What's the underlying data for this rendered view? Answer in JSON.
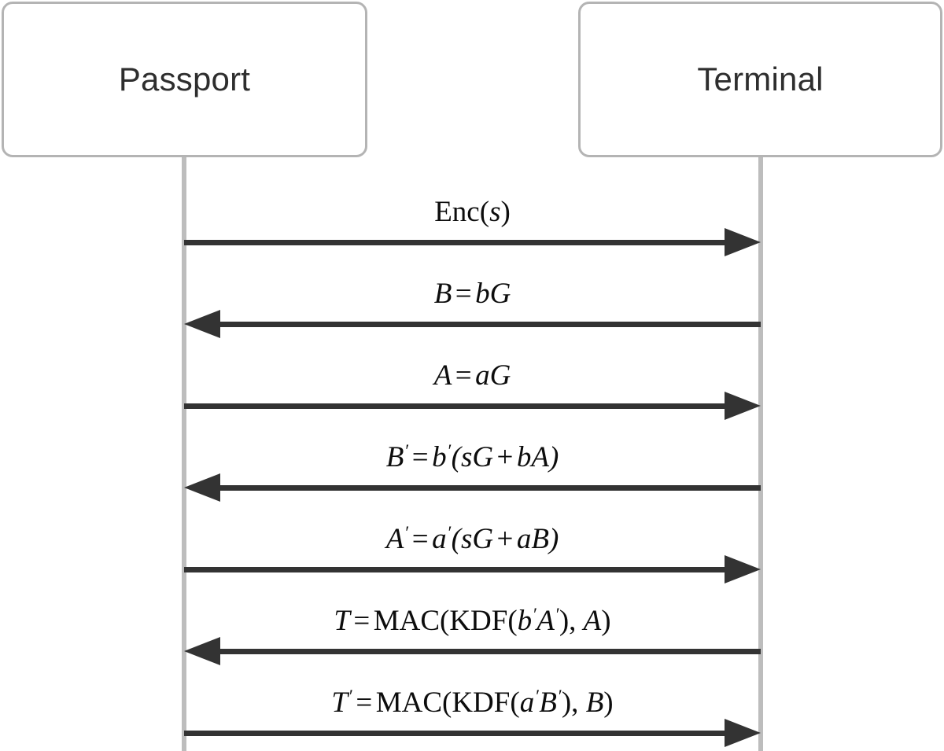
{
  "diagram": {
    "type": "uml-sequence-diagram",
    "background_color": "#ffffff",
    "box_border_color": "#b4b4b4",
    "lifeline_color": "#bdbdbd",
    "arrow_color": "#333333",
    "text_color": "#0d0d0d"
  },
  "participants": [
    {
      "id": "passport",
      "label": "Passport"
    },
    {
      "id": "terminal",
      "label": "Terminal"
    }
  ],
  "messages": [
    {
      "index": 1,
      "from": "passport",
      "to": "terminal",
      "direction": "right",
      "label": "Enc(s)",
      "parts": [
        {
          "text": "Enc(",
          "style": "roman"
        },
        {
          "text": "s",
          "style": "italic"
        },
        {
          "text": ")",
          "style": "roman"
        }
      ]
    },
    {
      "index": 2,
      "from": "terminal",
      "to": "passport",
      "direction": "left",
      "label": "B = bG",
      "parts": [
        {
          "text": "B",
          "style": "italic"
        },
        {
          "text": "=",
          "style": "operator"
        },
        {
          "text": "bG",
          "style": "italic"
        }
      ]
    },
    {
      "index": 3,
      "from": "passport",
      "to": "terminal",
      "direction": "right",
      "label": "A = aG",
      "parts": [
        {
          "text": "A",
          "style": "italic"
        },
        {
          "text": "=",
          "style": "operator"
        },
        {
          "text": "aG",
          "style": "italic"
        }
      ]
    },
    {
      "index": 4,
      "from": "terminal",
      "to": "passport",
      "direction": "left",
      "label": "B′ = b′(sG + bA)",
      "parts": [
        {
          "text": "B",
          "style": "italic"
        },
        {
          "text": "′",
          "style": "prime"
        },
        {
          "text": "=",
          "style": "operator"
        },
        {
          "text": "b",
          "style": "italic"
        },
        {
          "text": "′",
          "style": "prime"
        },
        {
          "text": "(",
          "style": "italic"
        },
        {
          "text": "sG",
          "style": "italic"
        },
        {
          "text": "+",
          "style": "operator"
        },
        {
          "text": "bA",
          "style": "italic"
        },
        {
          "text": ")",
          "style": "italic"
        }
      ]
    },
    {
      "index": 5,
      "from": "passport",
      "to": "terminal",
      "direction": "right",
      "label": "A′ = a′(sG + aB)",
      "parts": [
        {
          "text": "A",
          "style": "italic"
        },
        {
          "text": "′",
          "style": "prime"
        },
        {
          "text": "=",
          "style": "operator"
        },
        {
          "text": "a",
          "style": "italic"
        },
        {
          "text": "′",
          "style": "prime"
        },
        {
          "text": "(",
          "style": "italic"
        },
        {
          "text": "sG",
          "style": "italic"
        },
        {
          "text": "+",
          "style": "operator"
        },
        {
          "text": "aB",
          "style": "italic"
        },
        {
          "text": ")",
          "style": "italic"
        }
      ]
    },
    {
      "index": 6,
      "from": "terminal",
      "to": "passport",
      "direction": "left",
      "label": "T = MAC(KDF(b′A′), A)",
      "parts": [
        {
          "text": "T",
          "style": "italic"
        },
        {
          "text": "=",
          "style": "operator"
        },
        {
          "text": "MAC(KDF(",
          "style": "roman"
        },
        {
          "text": "b",
          "style": "italic"
        },
        {
          "text": "′",
          "style": "prime"
        },
        {
          "text": "A",
          "style": "italic"
        },
        {
          "text": "′",
          "style": "prime"
        },
        {
          "text": "), ",
          "style": "roman"
        },
        {
          "text": "A",
          "style": "italic"
        },
        {
          "text": ")",
          "style": "roman"
        }
      ]
    },
    {
      "index": 7,
      "from": "passport",
      "to": "terminal",
      "direction": "right",
      "label": "T′ = MAC(KDF(a′B′), B)",
      "parts": [
        {
          "text": "T",
          "style": "italic"
        },
        {
          "text": "′",
          "style": "prime"
        },
        {
          "text": "=",
          "style": "operator"
        },
        {
          "text": "MAC(KDF(",
          "style": "roman"
        },
        {
          "text": "a",
          "style": "italic"
        },
        {
          "text": "′",
          "style": "prime"
        },
        {
          "text": "B",
          "style": "italic"
        },
        {
          "text": "′",
          "style": "prime"
        },
        {
          "text": "), ",
          "style": "roman"
        },
        {
          "text": "B",
          "style": "italic"
        },
        {
          "text": ")",
          "style": "roman"
        }
      ]
    }
  ]
}
